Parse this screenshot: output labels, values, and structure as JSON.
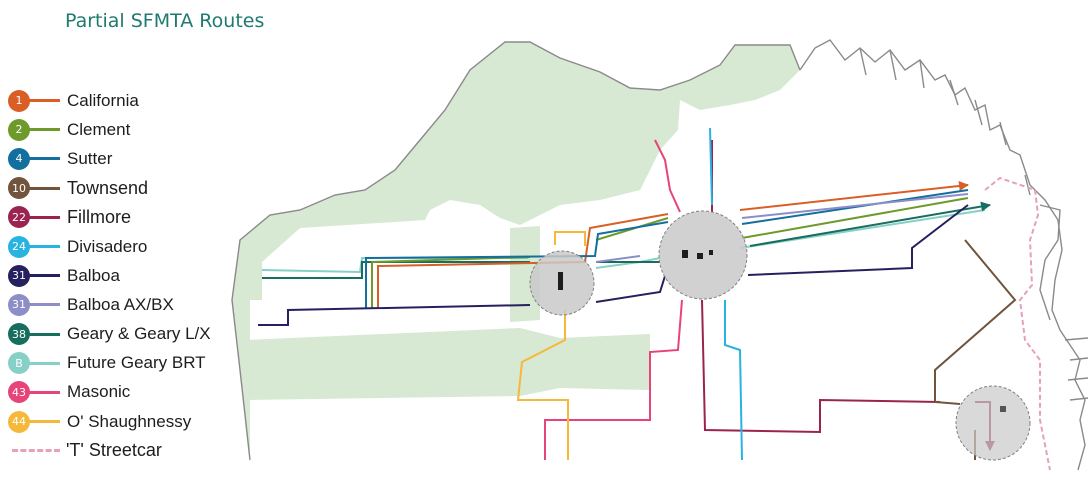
{
  "title": "Partial SFMTA Routes",
  "legend": [
    {
      "badge": "1",
      "label": "California",
      "color": "#d95f27",
      "line": "solid"
    },
    {
      "badge": "2",
      "label": "Clement",
      "color": "#6e9a2c",
      "line": "solid"
    },
    {
      "badge": "4",
      "label": "Sutter",
      "color": "#136f9e",
      "line": "solid"
    },
    {
      "badge": "10",
      "label": "Townsend",
      "color": "#70543c",
      "line": "solid"
    },
    {
      "badge": "22",
      "label": "Fillmore",
      "color": "#9a2350",
      "line": "solid"
    },
    {
      "badge": "24",
      "label": "Divisadero",
      "color": "#28b3e0",
      "line": "solid"
    },
    {
      "badge": "31",
      "label": "Balboa",
      "color": "#252160",
      "line": "solid"
    },
    {
      "badge": "31",
      "label": "Balboa AX/BX",
      "color": "#8d8dc8",
      "line": "solid"
    },
    {
      "badge": "38",
      "label": "Geary & Geary L/X",
      "color": "#186e5e",
      "line": "solid"
    },
    {
      "badge": "B",
      "label": "Future Geary BRT",
      "color": "#86d0c8",
      "line": "solid"
    },
    {
      "badge": "43",
      "label": "Masonic",
      "color": "#e7457a",
      "line": "solid"
    },
    {
      "badge": "44",
      "label": "O' Shaughnessy",
      "color": "#f4b93b",
      "line": "solid"
    },
    {
      "badge": "",
      "label": "'T' Streetcar",
      "color": "#e6a0b9",
      "line": "dashed"
    }
  ],
  "map_colors": {
    "park": "#d7e8d3",
    "coast": "#8a8a8a",
    "hub_fill": "#c9c9c9",
    "hub_stroke": "#808080"
  }
}
